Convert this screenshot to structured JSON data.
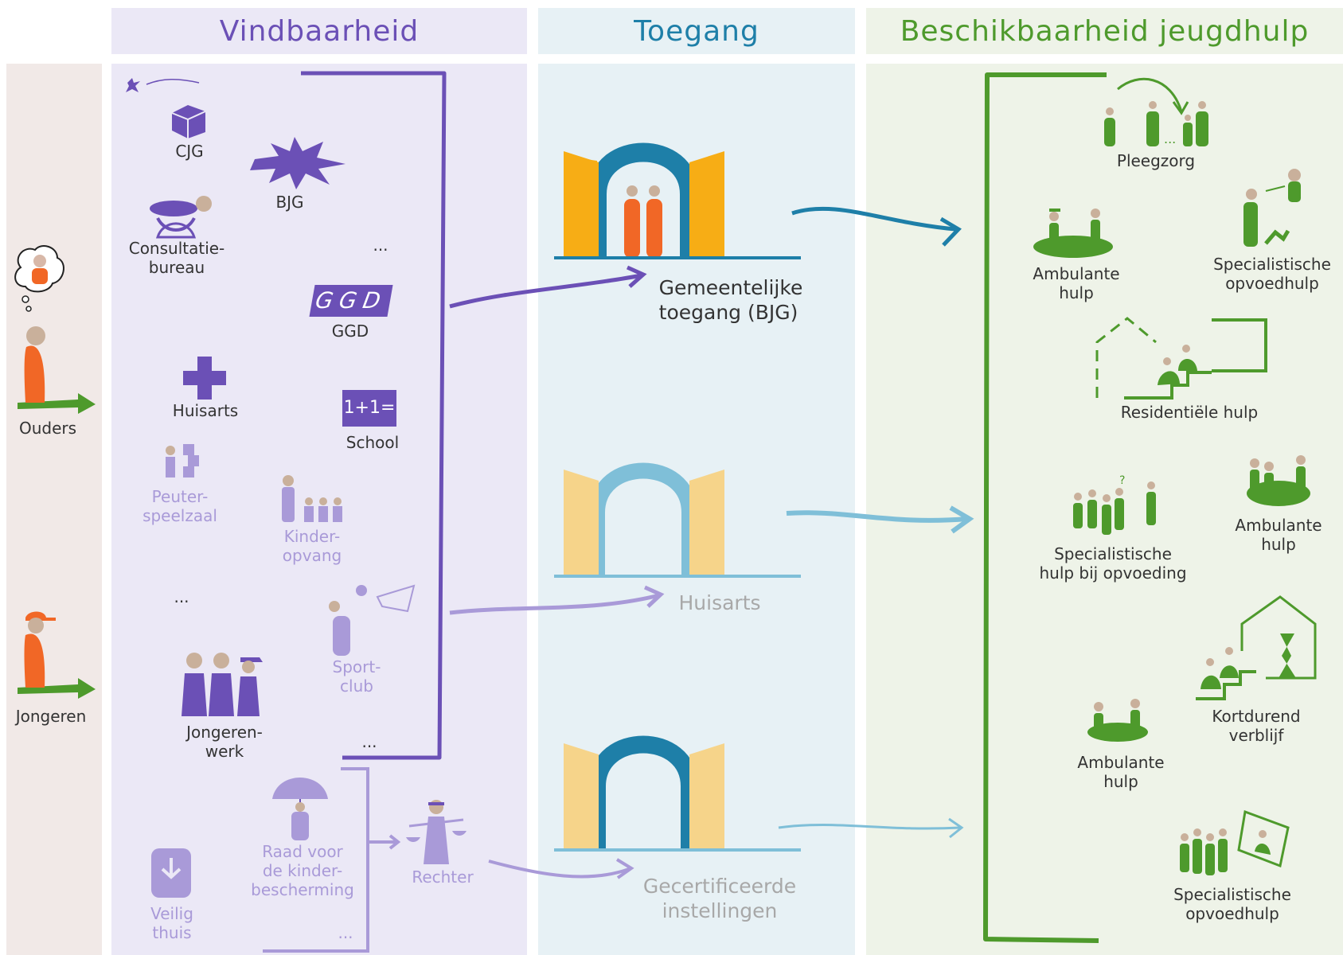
{
  "colors": {
    "vind": "#6b50b6",
    "vind_light": "#a99ad8",
    "vind_bg": "#ebe8f6",
    "toe": "#1e7fa8",
    "toe_light": "#7fbfd8",
    "toe_bg": "#e7f1f5",
    "besch": "#4e9a2c",
    "besch_bg": "#eef3e8",
    "left_bg": "#f1e9e7",
    "orange": "#f16726",
    "gold": "#f7ad15"
  },
  "headers": {
    "vindbaarheid": "Vindbaarheid",
    "toegang": "Toegang",
    "beschikbaarheid": "Beschikbaarheid jeugdhulp"
  },
  "actors": {
    "ouders": "Ouders",
    "jongeren": "Jongeren"
  },
  "vindbaarheid": {
    "cjg": "CJG",
    "bjg": "BJG",
    "consultatiebureau": "Consultatie-\nbureau",
    "dots1": "...",
    "ggd": "GGD",
    "ggd_logo": "GGD",
    "huisarts": "Huisarts",
    "school": "School",
    "school_board": "1+1=",
    "peuterspeelzaal": "Peuter-\nspeelzaal",
    "kinderopvang": "Kinder-\nopvang",
    "dots2": "...",
    "sportclub": "Sport-\nclub",
    "jongerenwerk": "Jongeren-\nwerk",
    "dots3": "...",
    "raad": "Raad voor\nde kinder-\nbescherming",
    "rechter": "Rechter",
    "veilig_thuis": "Veilig\nthuis",
    "dots4": "..."
  },
  "toegang": {
    "gemeentelijk": "Gemeentelijke\ntoegang (BJG)",
    "huisarts": "Huisarts",
    "gecertificeerd": "Gecertificeerde\ninstellingen"
  },
  "jeugdhulp": {
    "pleegzorg": "Pleegzorg",
    "ambulant1": "Ambulante\nhulp",
    "specialistisch1": "Specialistische\nopvoedhulp",
    "residentieel": "Residentiële hulp",
    "specialistisch_bij": "Specialistische\nhulp bij opvoeding",
    "ambulant2": "Ambulante\nhulp",
    "kortdurend": "Kortdurend\nverblijf",
    "ambulant3": "Ambulante\nhulp",
    "specialistisch2": "Specialistische\nopvoedhulp"
  }
}
